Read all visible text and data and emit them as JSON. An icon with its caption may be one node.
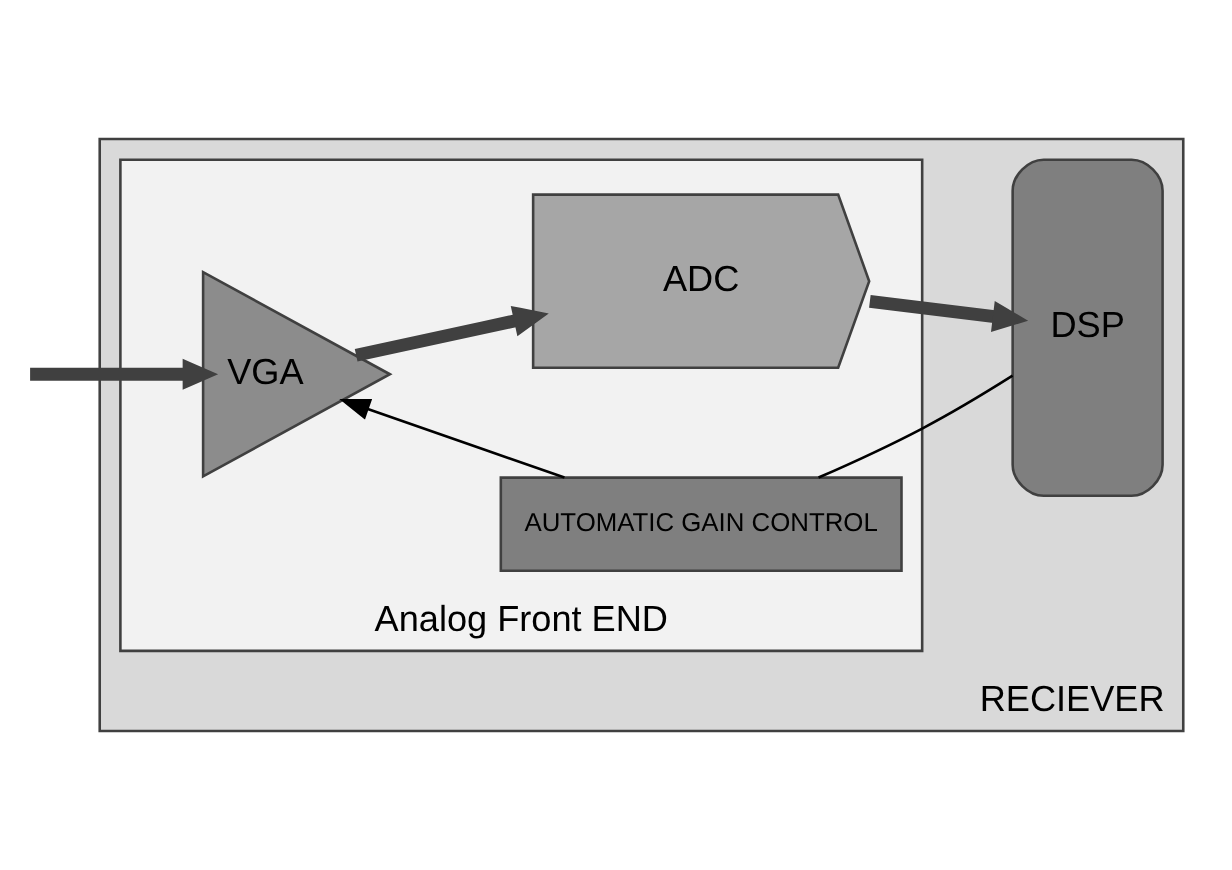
{
  "diagram": {
    "nodes": [
      {
        "text": [
          "RECIEVER"
        ]
      },
      {
        "text": [
          "Analog Front END"
        ],
        "in": 0
      },
      {
        "text": [
          "AUTOMATIC GAIN CONTROL"
        ],
        "in": 1
      },
      {
        "text": [
          "VGA"
        ],
        "in": 1
      },
      {
        "text": [
          "ADC"
        ],
        "in": 1
      },
      {
        "text": [
          "DSP"
        ],
        "in": 0
      }
    ],
    "edges": [
      {
        "from": null,
        "to": 3,
        "arrow": "to"
      },
      {
        "from": 3,
        "to": 4,
        "arrow": "to"
      },
      {
        "from": 4,
        "to": 5,
        "arrow": "to"
      },
      {
        "from": 5,
        "to": 2,
        "arrow": "none",
        "color": "#000000"
      },
      {
        "from": 2,
        "to": 3,
        "arrow": "to",
        "color": "#000000"
      }
    ]
  }
}
